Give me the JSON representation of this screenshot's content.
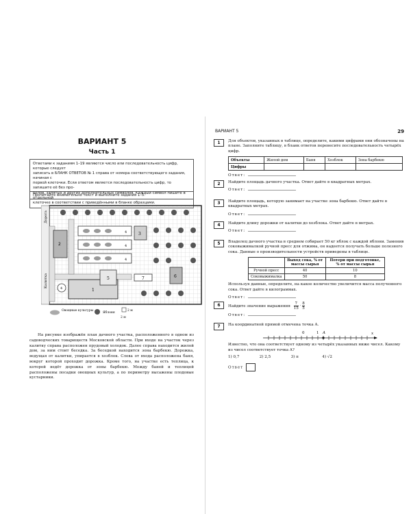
{
  "left": {
    "variant_title": "ВАРИАНТ 5",
    "part_title": "Часть 1",
    "instructions": [
      "Ответами к заданиям 1–19 являются число или последовательность цифр, которые следует",
      "записать в БЛАНК ОТВЕТОВ № 1 справа от номера соответствующего задания, начиная с",
      "первой клеточки. Если ответом является последовательность цифр, то запишите её без про-",
      "белов, запятых и других дополнительных символов. Каждый символ пишите в отдельной",
      "клеточке в соответствии с приведёнными в бланке образцами."
    ],
    "read_note": "Прочитайте внимательно текст и выполните задания 1–5.",
    "plan": {
      "label_road": "Дорога",
      "label_gate": "Калитка",
      "num_1": "1",
      "num_2": "2",
      "num_3": "3",
      "num_4a": "4",
      "num_4b": "4",
      "num_4c": "4",
      "num_5": "5",
      "num_6": "6",
      "num_7": "7",
      "legend_veg": "Овощные культуры",
      "legend_apple": "Яблоня",
      "scale_2m_right": "2 м",
      "scale_2m_bottom": "2 м"
    },
    "story": [
      "На рисунке изображён план дачного участка, расположенного в одном из садоводческих товариществ Московской области. При входе на участок через калитку справа расположен прудовый холодок. Далее справа находится жилой дом, за ним стоит беседка. За беседкой находится зона барбекю. Дорожка, ведущая от калитки, упирается в хозблок. Слева от входа расположена баня, вокруг которой проходит дорожка. Кроме того, на участке есть теплица, к которой ведёт дорожка от зоны барбекю. Между баней и теплицей расположены посадки овощных культур, а по периметру высажены плодовые кустарники."
    ]
  },
  "right": {
    "running_head": "ВАРИАНТ 5",
    "page_number": "29",
    "answer_label": "Ответ",
    "t1": {
      "num": "1",
      "text": "Для объектов, указанных в таблице, определите, какими цифрами они обозначены на плане. Заполните таблицу, в бланк ответов перенесите последовательность четырёх цифр.",
      "row_objects": "Объекты",
      "row_digits": "Цифры",
      "cols": [
        "Жилой дом",
        "Баня",
        "Хозблок",
        "Зона барбекю"
      ]
    },
    "t2": {
      "num": "2",
      "text": "Найдите площадь дачного участка. Ответ дайте в квадратных метрах."
    },
    "t3": {
      "num": "3",
      "text": "Найдите площадь, которую занимает на участке зона барбекю. Ответ дайте в квадратных метрах."
    },
    "t4": {
      "num": "4",
      "text": "Найдите длину дорожки от калитки до хозблока. Ответ дайте в метрах."
    },
    "t5": {
      "num": "5",
      "text": "Владелец дачного участка в среднем собирает 50 кг яблок с каждой яблони. Заменив соковыжималкой ручной пресс для отжима, он надеется получать больше полезного сока. Данные о производительности устройств приведены в таблице.",
      "h1": "Выход сока, % от массы сырья",
      "h2": "Потери при подготовке, % от массы сырья",
      "rows": [
        {
          "name": "Ручной пресс",
          "a": "40",
          "b": "10"
        },
        {
          "name": "Соковыжималка",
          "a": "50",
          "b": "8"
        }
      ],
      "text2": "Используя данные, определите, на какое количество увеличится масса полученного сока. Ответ дайте в килограммах."
    },
    "t6": {
      "num": "6",
      "text": "Найдите значение выражения",
      "frac1_num": "7",
      "frac1_den": "15",
      "frac2_num": "8",
      "frac2_den": "5",
      "op": "·"
    },
    "t7": {
      "num": "7",
      "text": "На координатной прямой отмечена точка A.",
      "ticks": [
        "0",
        "1",
        "A"
      ],
      "axis_x": "x",
      "text2": "Известно, что она соответствует одному из четырёх указанных ниже чисел. Какому из чисел соответствует точка A?",
      "options": [
        "1) 0,7",
        "2) 2,5",
        "3) π",
        "4) √2"
      ]
    }
  }
}
